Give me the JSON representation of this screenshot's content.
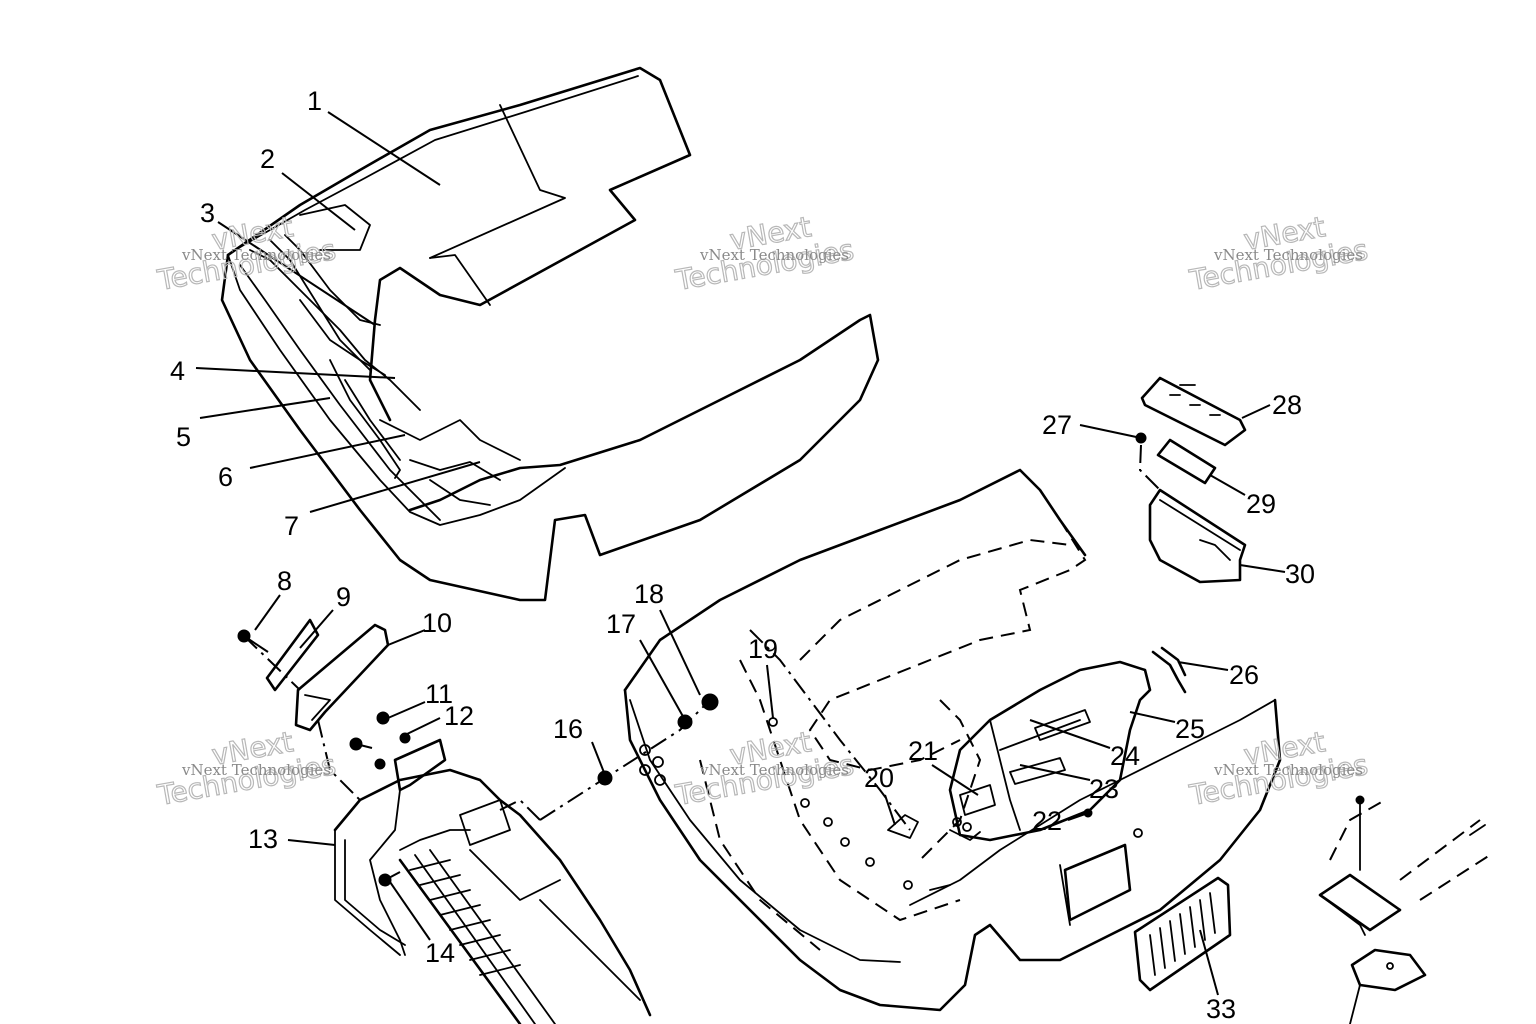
{
  "diagram": {
    "callouts": [
      "1",
      "2",
      "3",
      "4",
      "5",
      "6",
      "7",
      "8",
      "9",
      "10",
      "11",
      "12",
      "13",
      "14",
      "16",
      "17",
      "18",
      "19",
      "20",
      "21",
      "22",
      "23",
      "24",
      "25",
      "26",
      "27",
      "28",
      "29",
      "30",
      "33"
    ],
    "watermark_line1": "vNext Technologies",
    "watermark_line2a": "vNext",
    "watermark_line2b": "Technologies"
  }
}
